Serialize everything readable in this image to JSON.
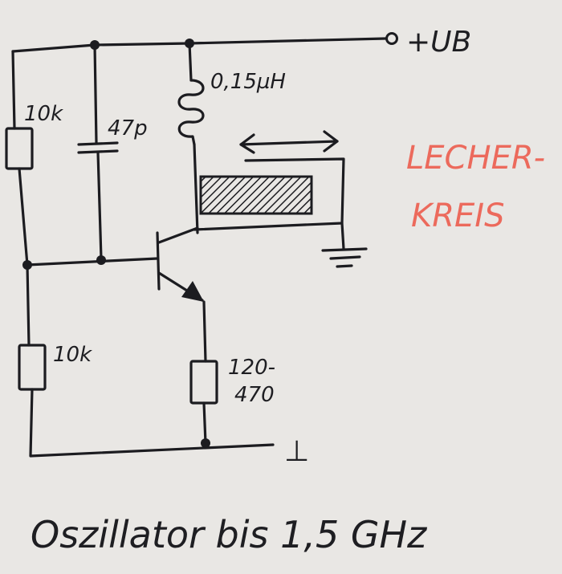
{
  "supply": {
    "label": "+UB"
  },
  "ground": {
    "label": "⊥"
  },
  "components": {
    "r_top": {
      "value": "10k"
    },
    "cap": {
      "value": "47p"
    },
    "inductor": {
      "value": "0,15µH"
    },
    "r_bottom": {
      "value": "10k"
    },
    "r_emitter": {
      "value_line1": "120-",
      "value_line2": "470"
    }
  },
  "lecher": {
    "line1": "LECHER-",
    "line2": "KREIS"
  },
  "caption": "Oszillator bis 1,5 GHz",
  "colors": {
    "ink": "#1c1c20",
    "accent": "#ec6a5c",
    "paper": "#e9e7e4"
  }
}
